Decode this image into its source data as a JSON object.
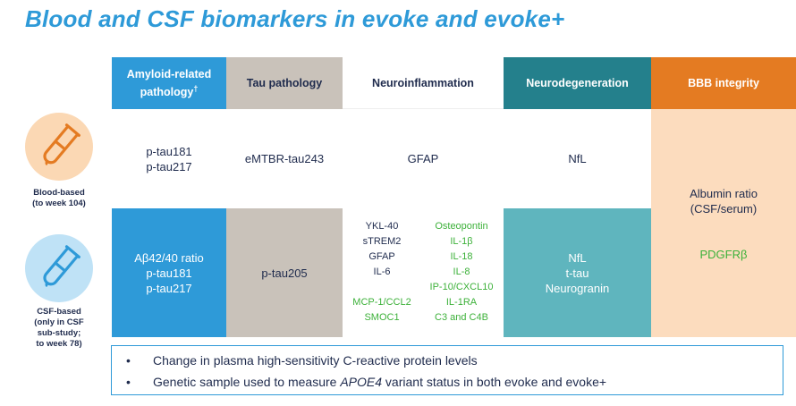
{
  "title": "Blood and CSF biomarkers in evoke and evoke+",
  "colors": {
    "amyloid": "#2e9ad8",
    "tau": "#c9c2ba",
    "neuroinflammation": "#ffffff",
    "neurodegeneration": "#24808c",
    "bbb": "#e47b22"
  },
  "headers": {
    "amyloid": "Amyloid-related pathology",
    "amyloid_mark": "†",
    "tau": "Tau pathology",
    "neuroinflammation": "Neuroinflammation",
    "neurodegeneration": "Neurodegeneration",
    "bbb": "BBB integrity"
  },
  "blood": {
    "label_line1": "Blood-based",
    "label_line2": "(to week 104)",
    "icon": "test-tube-icon",
    "amyloid": [
      "p-tau181",
      "p-tau217"
    ],
    "tau": "eMTBR-tau243",
    "neuroinflammation": "GFAP",
    "neurodegeneration": "NfL"
  },
  "csf": {
    "label_line1": "CSF-based",
    "label_line2": "(only in CSF",
    "label_line3": "sub-study;",
    "label_line4": "to week 78)",
    "icon": "test-tube-icon",
    "amyloid": [
      "Aβ42/40 ratio",
      "p-tau181",
      "p-tau217"
    ],
    "tau": "p-tau205",
    "neuroinflammation_left": [
      "YKL-40",
      "sTREM2",
      "GFAP",
      "IL-6",
      "",
      "MCP-1/CCL2",
      "SMOC1"
    ],
    "neuroinflammation_right": [
      "Osteopontin",
      "IL-1β",
      "IL-18",
      "IL-8",
      "IP-10/CXCL10",
      "IL-1RA",
      "C3 and C4B"
    ],
    "neurodegeneration": [
      "NfL",
      "t-tau",
      "Neurogranin"
    ]
  },
  "bbb": {
    "albumin_line1": "Albumin ratio",
    "albumin_line2": "(CSF/serum)",
    "pdgfrb": "PDGFRβ"
  },
  "notes": {
    "item1": "Change in plasma high-sensitivity C-reactive protein levels",
    "item2_prefix": "Genetic sample used to measure ",
    "item2_italic": "APOE4",
    "item2_suffix": " variant status in both evoke and evoke+"
  }
}
